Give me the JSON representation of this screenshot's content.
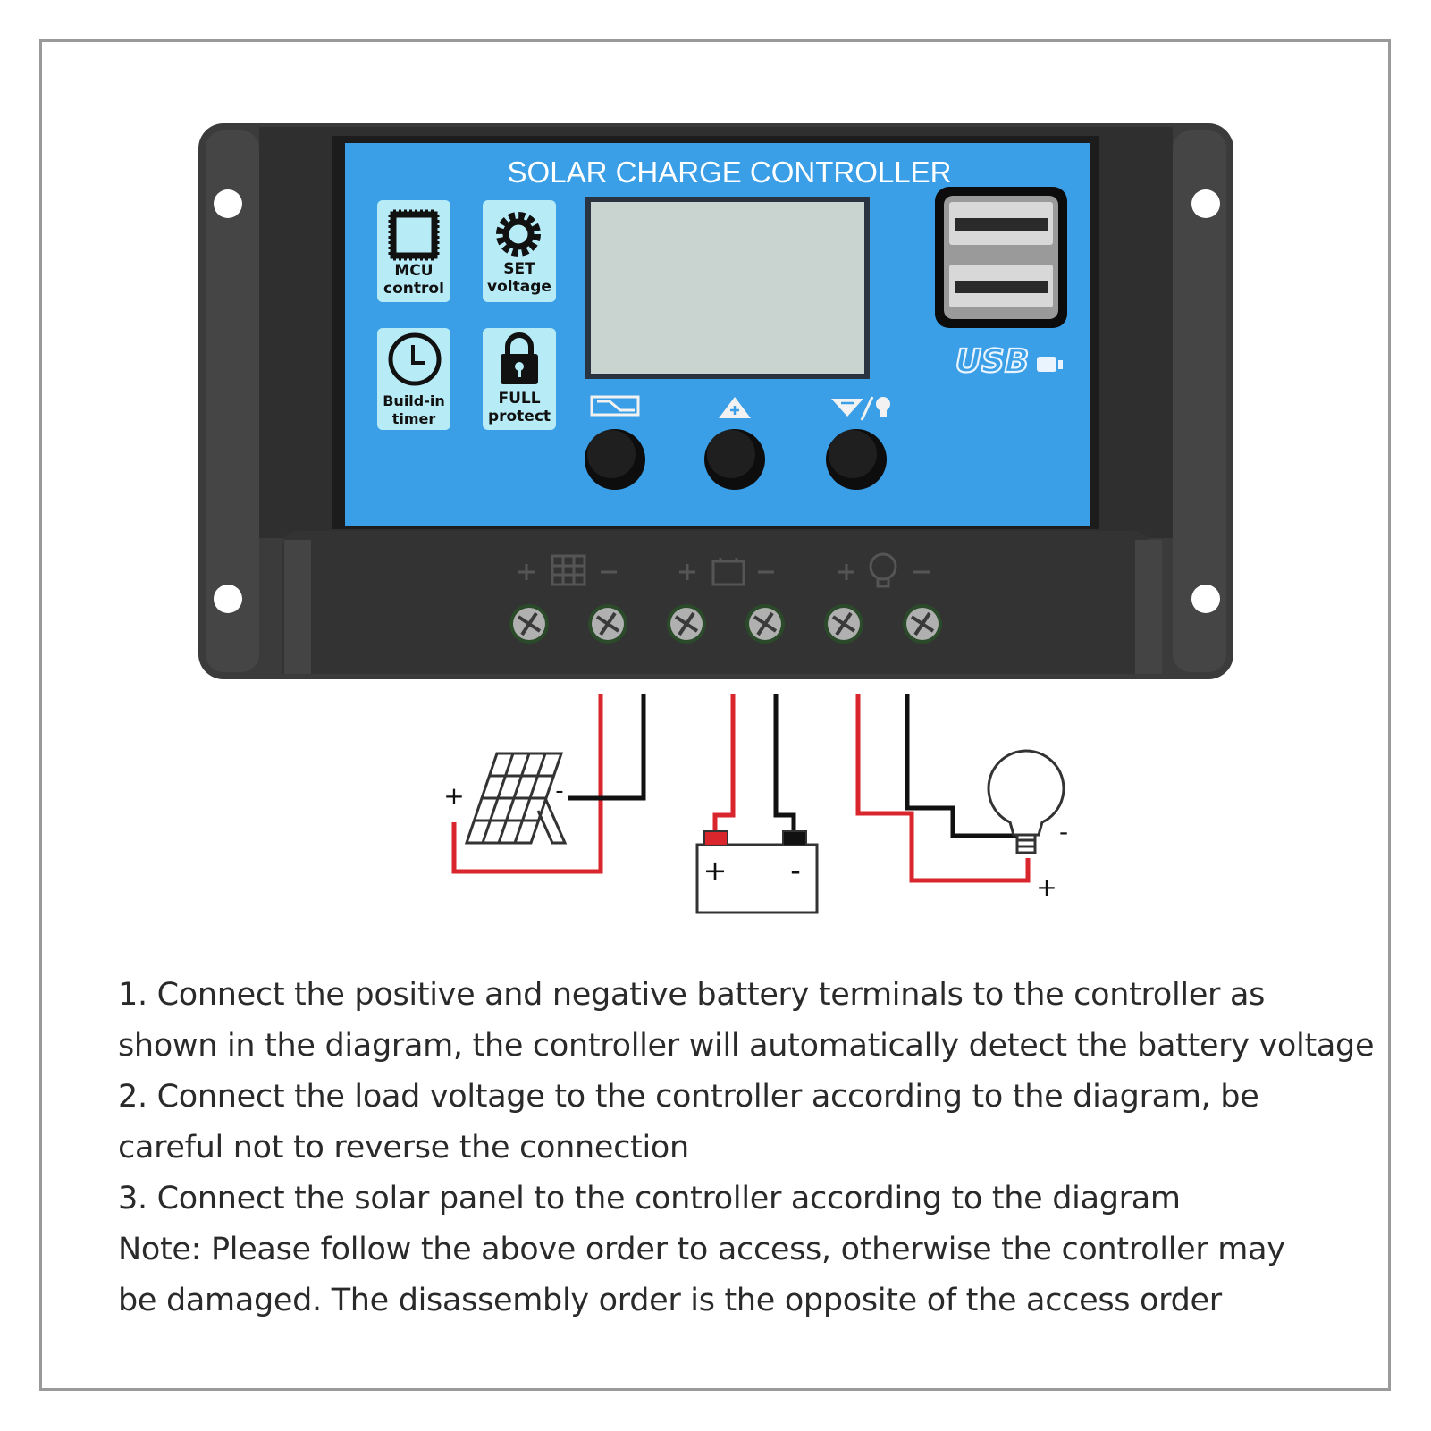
{
  "controller": {
    "title": "SOLAR CHARGE CONTROLLER",
    "features": [
      {
        "icon": "chip-icon",
        "line1": "MCU",
        "line2": "control"
      },
      {
        "icon": "gear-icon",
        "line1": "SET",
        "line2": "voltage"
      },
      {
        "icon": "clock-icon",
        "line1": "Build-in",
        "line2": "timer"
      },
      {
        "icon": "lock-icon",
        "line1": "FULL",
        "line2": "protect"
      }
    ],
    "usb_label": "USB",
    "buttons": [
      {
        "icon": "menu-switch-icon"
      },
      {
        "icon": "up-plus-icon"
      },
      {
        "icon": "down-minus-light-icon"
      }
    ],
    "terminal_groups": [
      "solar-panel-icon",
      "battery-icon",
      "bulb-icon"
    ],
    "colors": {
      "panel_blue": "#3a9fe6",
      "body_dark": "#3a3a3a",
      "feature_box": "#b7ecf7",
      "lcd": "#c9d3d0",
      "wire_red": "#d9262c",
      "wire_black": "#111111"
    }
  },
  "diagram": {
    "solar_plus": "+",
    "solar_minus": "-",
    "battery_plus": "+",
    "battery_minus": "-",
    "load_plus": "+",
    "load_minus": "-"
  },
  "instructions": [
    "1. Connect the positive and negative battery terminals to the controller as",
    "shown in the diagram, the controller will automatically detect the battery voltage",
    "2. Connect the load voltage to the controller according to the diagram, be",
    "careful not to reverse the connection",
    "3. Connect the solar panel to the controller according to the diagram",
    "Note: Please follow the above order to access, otherwise the controller may",
    "be damaged. The disassembly order is the opposite of the access order"
  ]
}
